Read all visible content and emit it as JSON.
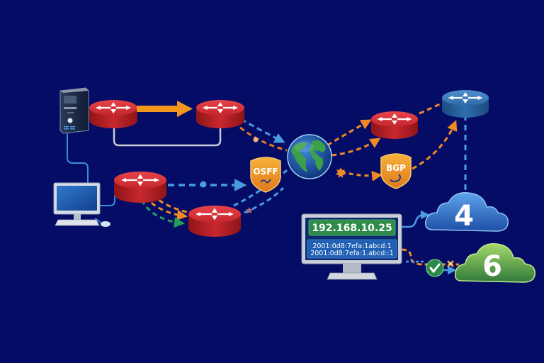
{
  "diagram": {
    "title": "IPv4 / IPv6 network routing diagram",
    "colors": {
      "background": "#050c66",
      "router_red": "#c0262c",
      "router_blue": "#2c6aa8",
      "path_orange": "#f08a24",
      "path_blue": "#4a9be0",
      "path_green": "#22a05a",
      "link_gray": "#c8ccd6",
      "shield_orange": "#f29a1e",
      "ipv4_bar": "#2e8b4a",
      "ipv6_bar": "#1f5fb4",
      "cloud4": "#2e6cc8",
      "cloud6": "#5fa83c"
    },
    "nodes": [
      {
        "id": "server",
        "type": "server-tower"
      },
      {
        "id": "router-1",
        "type": "router",
        "color": "red"
      },
      {
        "id": "router-2",
        "type": "router",
        "color": "red"
      },
      {
        "id": "router-3",
        "type": "router",
        "color": "red"
      },
      {
        "id": "router-4",
        "type": "router",
        "color": "red"
      },
      {
        "id": "router-5",
        "type": "router",
        "color": "red"
      },
      {
        "id": "router-core",
        "type": "router",
        "color": "blue"
      },
      {
        "id": "desktop",
        "type": "desktop-computer"
      },
      {
        "id": "globe",
        "type": "internet-globe"
      },
      {
        "id": "monitor",
        "type": "ip-monitor"
      }
    ],
    "badges": {
      "ospf": "OSFF",
      "bgp": "BGP"
    },
    "monitor": {
      "ipv4_address": "192.168.10.25",
      "ipv6_address_1": "2001:0d8:7efa:1abcd:1",
      "ipv6_address_2": "2001:0d8:7efa:1.abcd::1"
    },
    "clouds": {
      "ipv4": "4",
      "ipv6": "6"
    },
    "status": {
      "check": "success-check",
      "cross": "failure-x"
    }
  }
}
